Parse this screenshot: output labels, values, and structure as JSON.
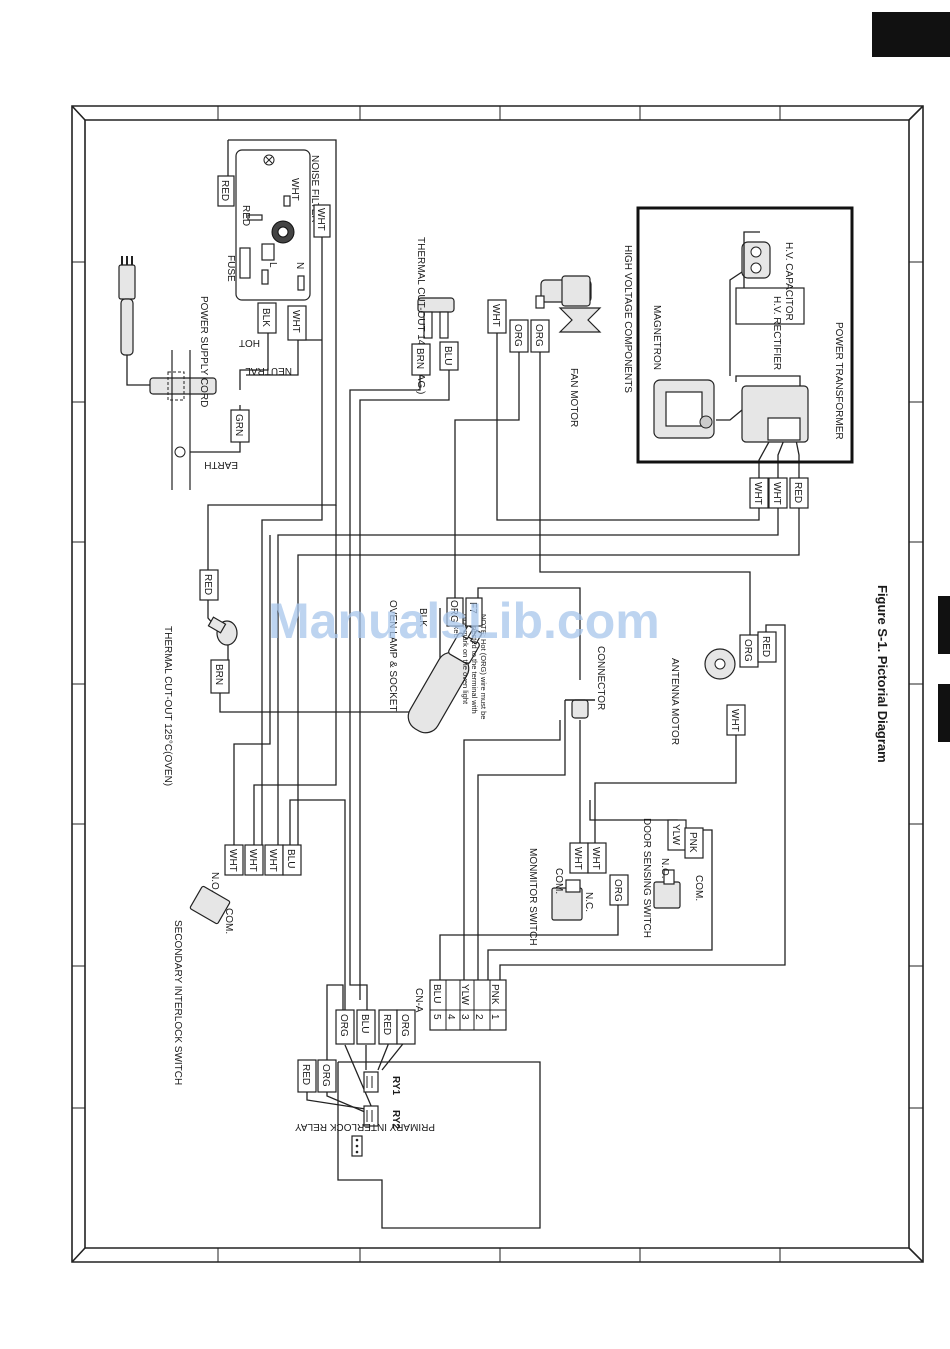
{
  "figure_title": "Figure S-1. Pictorial Diagram",
  "watermark": "ManualsLib.com",
  "labels": {
    "noise_filter": "NOISE FILTER",
    "fuse": "FUSE",
    "power_supply_cord": "POWER SUPPLY CORD",
    "hot": "HOT",
    "neutral": "NEUTRAL",
    "earth": "EARTH",
    "l": "L",
    "n": "N",
    "nf_red": "RED",
    "nf_wht": "WHT",
    "thermal_mag": "THERMAL CUT-OUT 145°C(MAG.)",
    "fan_motor": "FAN MOTOR",
    "hv_components": "HIGH VOLTAGE COMPONENTS",
    "magnetron": "MAGNETRON",
    "hv_capacitor": "H.V. CAPACITOR",
    "hv_rectifier": "H.V. RECTIFIER",
    "power_transformer": "POWER TRANSFORMER",
    "thermal_oven": "THERMAL CUT-OUT 125°C(OVEN)",
    "oven_lamp": "OVEN LAMP & SOCKET",
    "blk": "BLK",
    "note": "NOTE: Hot (ORG) wire must be connected to the terminal with blue mark on the oven light socket.",
    "connector": "CONNECTOR",
    "antenna_motor": "ANTENNA MOTOR",
    "secondary_interlock": "SECONDARY INTERLOCK SWITCH",
    "no": "N.O.",
    "com": "COM.",
    "nc": "N.C.",
    "monitor_switch": "MONMITOR SWITCH",
    "door_sensing": "DOOR SENSING SWITCH",
    "cna": "CN-A",
    "primary_relay": "PRIMARY INTERLOCK RELAY",
    "ry1": "RY1",
    "ry2": "RY2"
  },
  "wires": {
    "nf_red": "RED",
    "nf_wht": "WHT",
    "cord_blk": "BLK",
    "cord_wht": "WHT",
    "earth_grn": "GRN",
    "tm_brn": "BRN",
    "tm_blu": "BLU",
    "fan_wht": "WHT",
    "fan_org1": "ORG",
    "fan_org2": "ORG",
    "tr_wht1": "WHT",
    "tr_wht2": "WHT",
    "tr_red": "RED",
    "to_red": "RED",
    "to_brn": "BRN",
    "lamp_org": "ORG",
    "lamp_f": "F7",
    "am_org": "ORG",
    "am_red": "RED",
    "am_wht": "WHT",
    "si_wht1": "WHT",
    "si_wht2": "WHT",
    "si_wht3": "WHT",
    "si_blu": "BLU",
    "mon_wht1": "WHT",
    "mon_wht2": "WHT",
    "mon_org": "ORG",
    "ds_ylw": "YLW",
    "ds_pnk": "PNK",
    "ry_red": "RED",
    "ry_org": "ORG"
  },
  "connector_rows": [
    {
      "pin": "5",
      "color": "BLU"
    },
    {
      "pin": "4",
      "color": ""
    },
    {
      "pin": "3",
      "color": "YLW"
    },
    {
      "pin": "2",
      "color": ""
    },
    {
      "pin": "1",
      "color": "PNK"
    }
  ],
  "relay_wires": [
    "ORG",
    "BLU",
    "RED",
    "ORG"
  ]
}
